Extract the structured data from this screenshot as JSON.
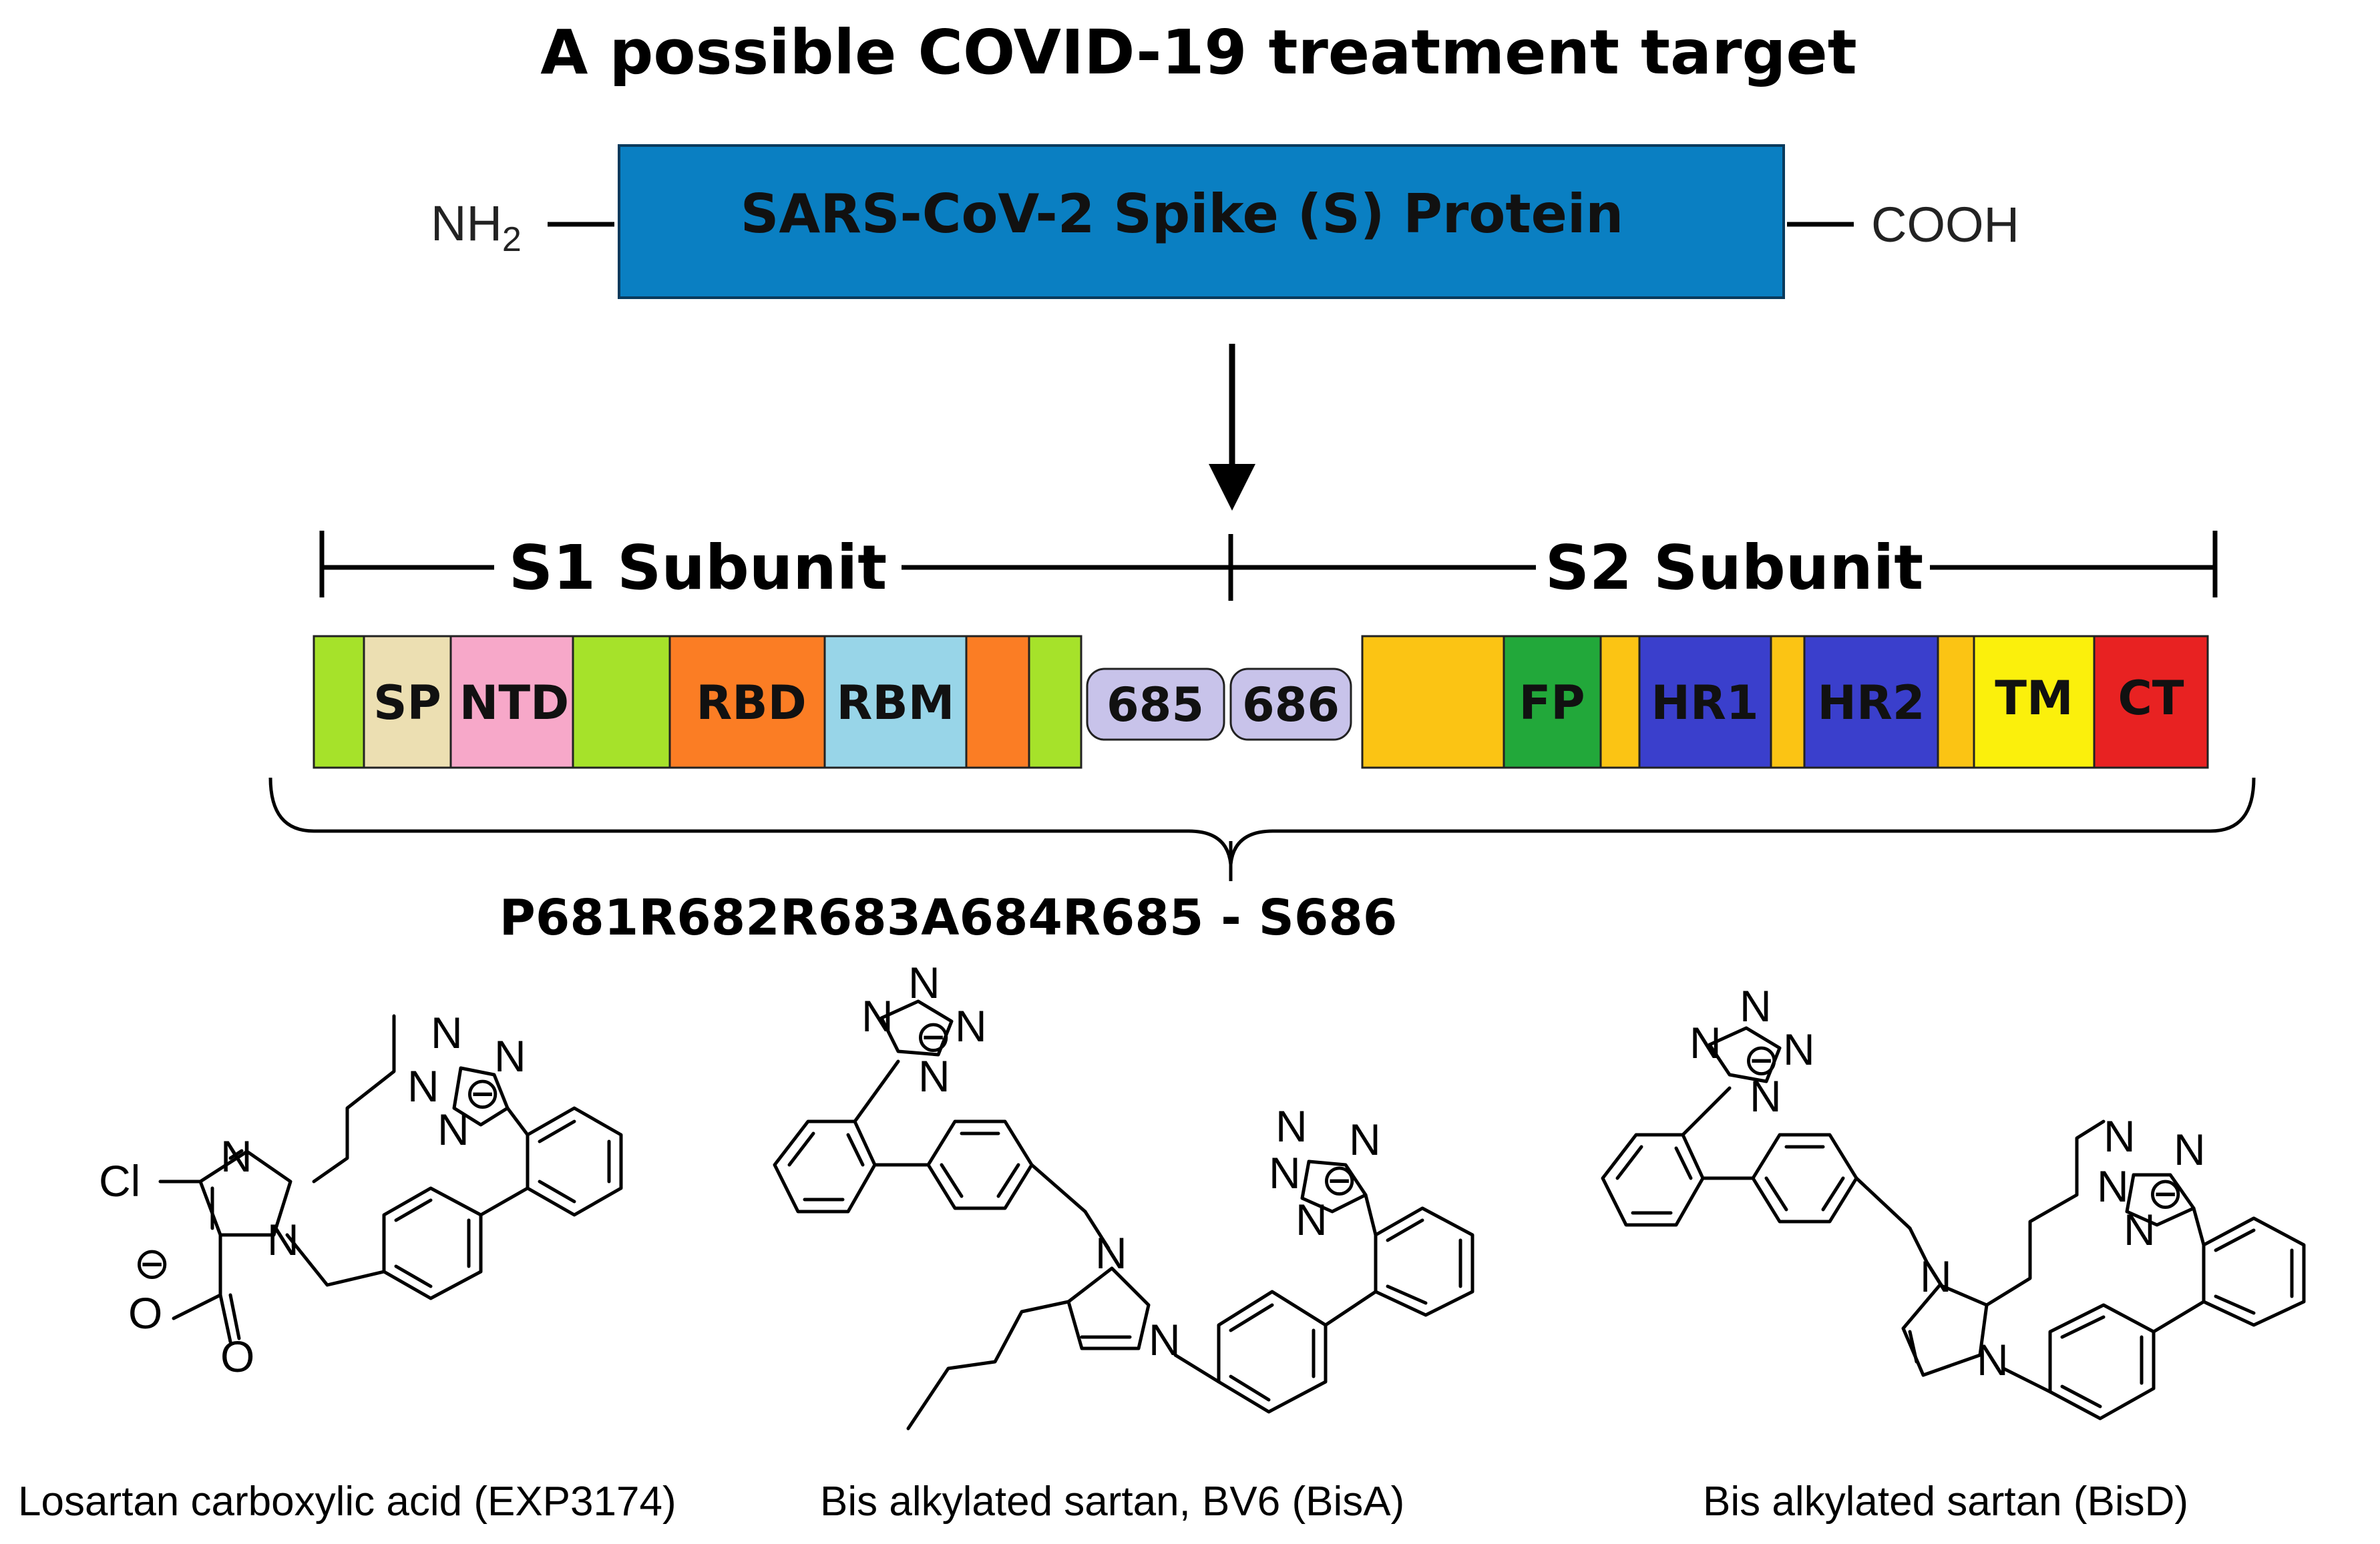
{
  "title": "A possible COVID-19 treatment target",
  "protein": {
    "label": "SARS-CoV-2 Spike (S) Protein",
    "n_terminus": "NH",
    "n_terminus_sub": "2",
    "c_terminus": "COOH",
    "color": "#0a7fc2"
  },
  "subunits": {
    "s1": "S1 Subunit",
    "s2": "S2 Subunit"
  },
  "domains": {
    "sp": "SP",
    "ntd": "NTD",
    "rbd": "RBD",
    "rbm": "RBM",
    "res685": "685",
    "res686": "686",
    "fp": "FP",
    "hr1": "HR1",
    "hr2": "HR2",
    "tm": "TM",
    "ct": "CT"
  },
  "domain_colors": {
    "lime": "#a6e22a",
    "sp": "#ecdfb2",
    "ntd": "#f7a8c9",
    "rbd": "#fb7d24",
    "rbm": "#98d5e8",
    "site": "#c8c3ea",
    "amber": "#fbc414",
    "fp": "#22a83a",
    "hr": "#3a3fcc",
    "tm": "#fbf00c",
    "ct": "#e82222"
  },
  "cleavage_sequence": "P681R682R683A684R685 - S686",
  "molecules": [
    {
      "caption": "Losartan carboxylic acid (EXP3174)",
      "atoms": {
        "cl": "Cl",
        "n": "N",
        "o": "O",
        "minus": "⊖"
      }
    },
    {
      "caption": "Bis alkylated sartan, BV6 (BisA)",
      "atoms": {
        "n": "N",
        "minus": "⊖"
      }
    },
    {
      "caption": "Bis alkylated sartan (BisD)",
      "atoms": {
        "n": "N",
        "minus": "⊖"
      }
    }
  ]
}
